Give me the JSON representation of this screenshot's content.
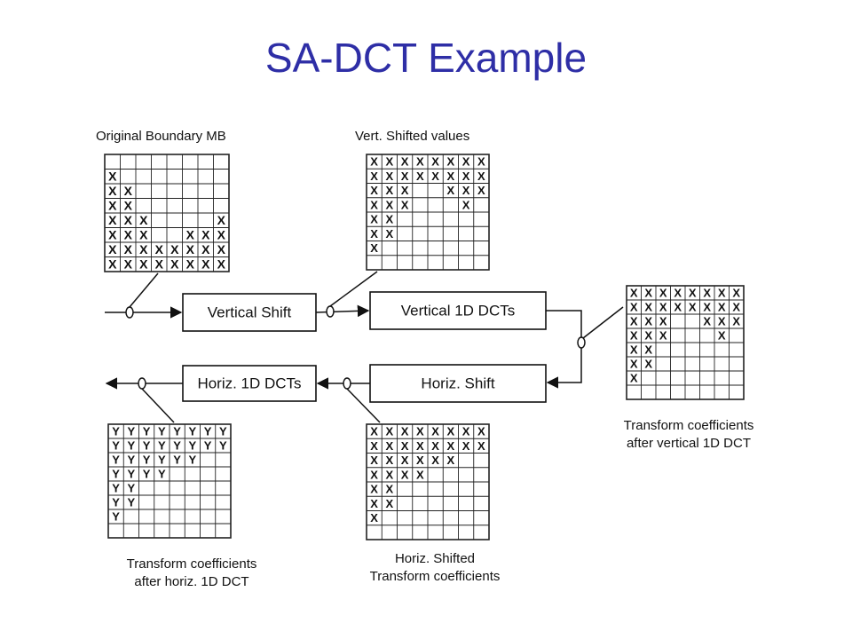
{
  "title": "SA-DCT Example",
  "matrices": [
    {
      "id": "original-boundary-mb",
      "caption": [
        "Original Boundary MB"
      ],
      "rows": [
        "",
        "X",
        "XX",
        "XX",
        "XXX    X",
        "XXX  XXX",
        "XXXXXXXX",
        "XXXXXXXX"
      ]
    },
    {
      "id": "vert-shifted-values",
      "caption": [
        "Vert. Shifted values"
      ],
      "rows": [
        "XXXXXXXX",
        "XXXXXXXX",
        "XXX  XXX",
        "XXX   X",
        "XX",
        "XX",
        "X",
        ""
      ]
    },
    {
      "id": "coeffs-after-vertical-dct",
      "caption": [
        "Transform coefficients",
        "after vertical 1D DCT"
      ],
      "rows": [
        "XXXXXXXX",
        "XXXXXXXX",
        "XXX  XXX",
        "XXX   X",
        "XX",
        "XX",
        "X",
        ""
      ]
    },
    {
      "id": "horiz-shifted-coeffs",
      "caption": [
        "Horiz. Shifted",
        "Transform coefficients"
      ],
      "rows": [
        "XXXXXXXX",
        "XXXXXXXX",
        "XXXXXX",
        "XXXX",
        "XX",
        "XX",
        "X",
        ""
      ]
    },
    {
      "id": "coeffs-after-horiz-dct",
      "caption": [
        "Transform coefficients",
        "after horiz. 1D DCT"
      ],
      "rows": [
        "YYYYYYYY",
        "YYYYYYYY",
        "YYYYYY",
        "YYYY",
        "YY",
        "YY",
        "Y",
        ""
      ]
    }
  ],
  "process_boxes": [
    {
      "id": "vertical-shift",
      "label": "Vertical Shift"
    },
    {
      "id": "vertical-1d-dcts",
      "label": "Vertical 1D DCTs"
    },
    {
      "id": "horiz-shift",
      "label": "Horiz. Shift"
    },
    {
      "id": "horiz-1d-dcts",
      "label": "Horiz. 1D DCTs"
    }
  ],
  "colors": {
    "title": "#2e2ea6",
    "ink": "#111111",
    "grid": "#222222",
    "background": "#ffffff"
  }
}
